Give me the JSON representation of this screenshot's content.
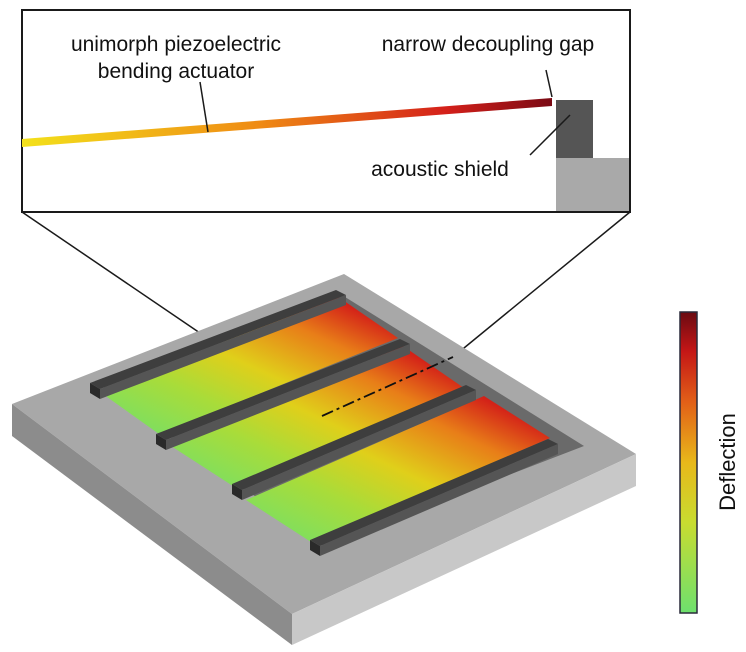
{
  "labels": {
    "actuator_line1": "unimorph piezoelectric",
    "actuator_line2": "bending actuator",
    "gap": "narrow decoupling gap",
    "shield": "acoustic shield",
    "colorbar_title": "Deflection"
  },
  "colors": {
    "deflection_low": "#6ee06e",
    "deflection_mid": "#e0cf1a",
    "deflection_high": "#cc1515",
    "deflection_max": "#6a0a12",
    "substrate_top": "#a8a8a8",
    "substrate_left": "#8c8c8c",
    "substrate_front": "#c8c8c8",
    "shield": "#505050"
  },
  "counts": {
    "actuator_strips": 3,
    "shield_bars": 4
  }
}
